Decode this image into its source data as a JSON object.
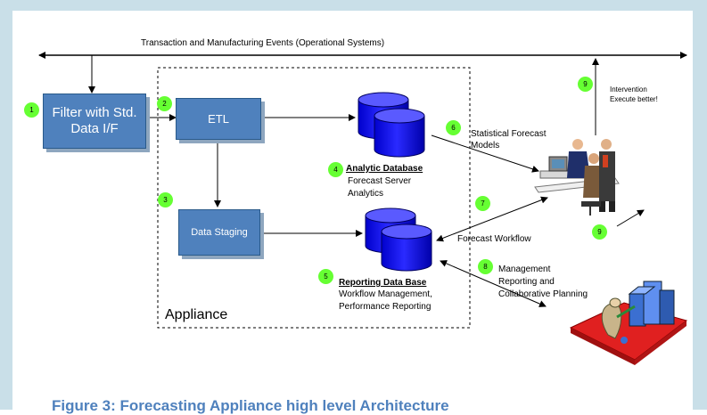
{
  "top_bus_label": "Transaction and Manufacturing Events (Operational Systems)",
  "boxes": {
    "filter": "Filter with Std. Data I/F",
    "etl": "ETL",
    "staging": "Data Staging"
  },
  "appliance_label": "Appliance",
  "badges": [
    "1",
    "2",
    "3",
    "4",
    "5",
    "6",
    "7",
    "8",
    "9",
    "9"
  ],
  "analytic_db": {
    "title": "Analytic  Database",
    "line2": "Forecast Server",
    "line3": "Analytics"
  },
  "reporting_db": {
    "title": "Reporting Data Base",
    "line2": "Workflow Management,",
    "line3": "Performance Reporting"
  },
  "statistical": {
    "line1": "Statistical Forecast",
    "line2": "Models"
  },
  "workflow_label": "Forecast  Workflow",
  "management": {
    "line1": "Management",
    "line2": "Reporting  and",
    "line3": "Collaborative Planning"
  },
  "intervention": {
    "line1": "Intervention",
    "line2": "Execute better!"
  },
  "caption": "Figure 3: Forecasting Appliance high level Architecture",
  "colors": {
    "box": "#4f81bd",
    "badge": "#66ff33",
    "db": "#0000ff",
    "frame": "#c9dfe8"
  }
}
